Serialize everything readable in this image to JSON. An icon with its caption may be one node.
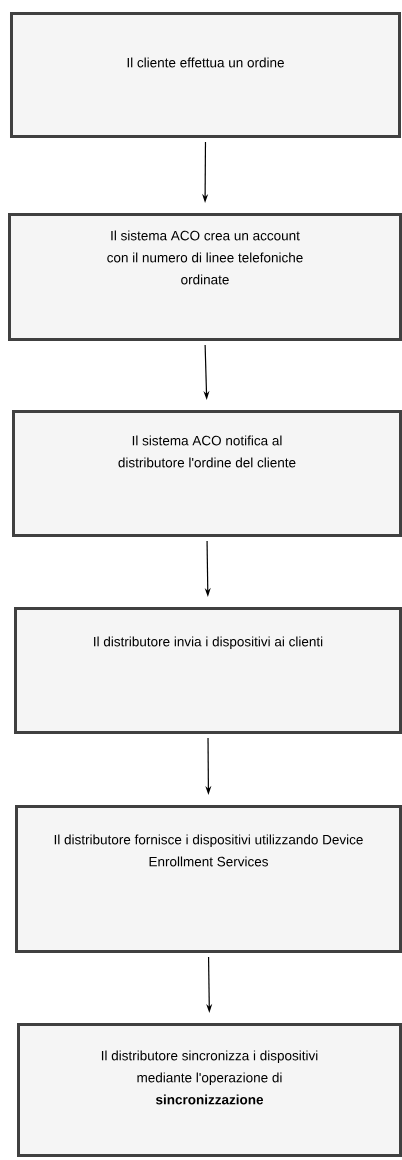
{
  "diagram": {
    "nodes": [
      {
        "text": [
          "Il cliente effettua un ordine"
        ]
      },
      {
        "text": [
          "Il sistema ACO crea un account con il numero di linee telefoniche ordinate"
        ]
      },
      {
        "text": [
          "Il sistema ACO notifica al distributore l'ordine del cliente"
        ]
      },
      {
        "text": [
          "Il distributore invia i dispositivi ai clienti"
        ]
      },
      {
        "text": [
          "Il distributore fornisce i dispositivi utilizzando Device Enrollment Services"
        ]
      },
      {
        "text": [
          "Il distributore sincronizza i dispositivi mediante l'operazione di **sincronizzazione**"
        ]
      }
    ],
    "edges": [
      {
        "from": 0,
        "to": 1,
        "arrow": "to"
      },
      {
        "from": 1,
        "to": 2,
        "arrow": "to"
      },
      {
        "from": 2,
        "to": 3,
        "arrow": "to"
      },
      {
        "from": 3,
        "to": 4,
        "arrow": "to"
      },
      {
        "from": 4,
        "to": 5,
        "arrow": "to"
      }
    ]
  }
}
